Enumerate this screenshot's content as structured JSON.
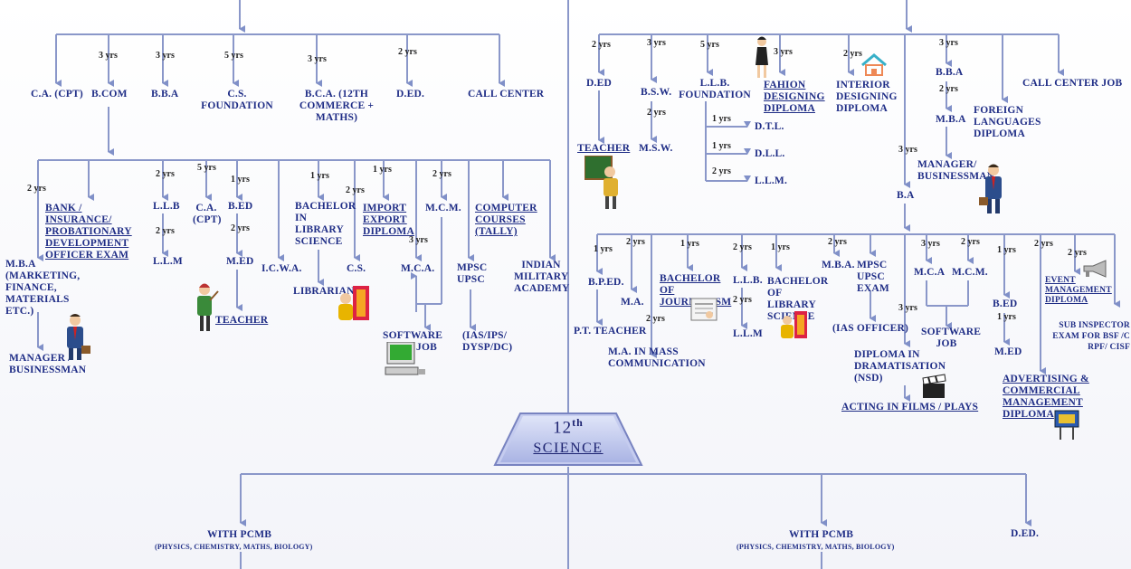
{
  "center": {
    "main": "12",
    "sup": "th",
    "label": "SCIENCE"
  },
  "left": {
    "ca_cpt": "C.A. (CPT)",
    "bcom": "B.COM",
    "bba": "B.B.A",
    "cs_foundation": "C.S. FOUNDATION",
    "bca": "B.C.A. (12TH COMMERCE + MATHS)",
    "ded": "D.ED.",
    "call_center": "CALL CENTER",
    "mba": "M.B.A (MARKETING, FINANCE, MATERIALS ETC.)",
    "manager": "MANAGER / BUSINESSMAN",
    "bank": "BANK / INSURANCE/ PROBATIONARY DEVELOPMENT OFFICER EXAM",
    "llb": "L.L.B",
    "llm": "L.L.M",
    "ca_cpt2": "C.A. (CPT)",
    "bed": "B.ED",
    "med": "M.ED",
    "teacher": "TEACHER",
    "icwa": "I.C.W.A.",
    "blib": "BACHELOR IN LIBRARY SCIENCE",
    "librarian": "LIBRARIAN",
    "cs": "C.S.",
    "import_export": "IMPORT EXPORT DIPLOMA",
    "mcm": "M.C.M.",
    "mca": "M.C.A.",
    "software_job": "SOFTWARE JOB",
    "computer_courses": "COMPUTER COURSES (TALLY)",
    "mpsc_upsc": "MPSC UPSC",
    "ias": "(IAS/IPS/ DYSP/DC)",
    "military": "INDIAN MILITARY ACADEMY"
  },
  "right": {
    "ded": "D.ED",
    "teacher": "TEACHER",
    "bsw": "B.S.W.",
    "msw": "M.S.W.",
    "llb_foundation": "L.L.B. FOUNDATION",
    "dtl": "D.T.L.",
    "dll": "D.L.L.",
    "llm": "L.L.M.",
    "fashion": "FAHION DESIGNING DIPLOMA",
    "interior": "INTERIOR DESIGNING DIPLOMA",
    "bba": "B.B.A",
    "mba": "M.B.A",
    "manager": "MANAGER/ BUSINESSMAN",
    "foreign": "FOREIGN LANGUAGES DIPLOMA",
    "call_center": "CALL CENTER JOB",
    "ba": "B.A",
    "bped": "B.P.ED.",
    "pt_teacher": "P.T. TEACHER",
    "ma": "M.A.",
    "ma_mass": "M.A. IN MASS COMMUNICATION",
    "journalism": "BACHELOR OF JOURNALISM",
    "llb": "L.L.B.",
    "llm2": "L.L.M",
    "blib": "BACHELOR OF LIBRARY SCIENCE",
    "mba2": "M.B.A.",
    "mpsc": "MPSC UPSC EXAM",
    "ias": "(IAS OFFICER)",
    "nsd": "DIPLOMA IN DRAMATISATION (NSD)",
    "acting": "ACTING IN FILMS / PLAYS",
    "mca": "M.C.A",
    "mcm": "M.C.M.",
    "software_job": "SOFTWARE JOB",
    "bed": "B.ED",
    "med": "M.ED",
    "advertising": "ADVERTISING & COMMERCIAL MANAGEMENT DIPLOMA",
    "event": "EVENT MANAGEMENT DIPLOMA",
    "sub_inspector": "SUB INSPECTOR EXAM FOR BSF /C RPF/ CISF"
  },
  "bottom": {
    "pcmb1": "WITH PCMB",
    "pcmb1_sub": "(PHYSICS, CHEMISTRY, MATHS, BIOLOGY)",
    "pcmb2": "WITH PCMB",
    "pcmb2_sub": "(PHYSICS, CHEMISTRY, MATHS, BIOLOGY)",
    "ded": "D.ED."
  },
  "durations": {
    "y3": "3 yrs",
    "y5": "5 yrs",
    "y2": "2 yrs",
    "y1": "1 yrs"
  },
  "colors": {
    "line": "#7f8dc0",
    "text": "#1f2d86",
    "box": "#b9c2ea"
  }
}
